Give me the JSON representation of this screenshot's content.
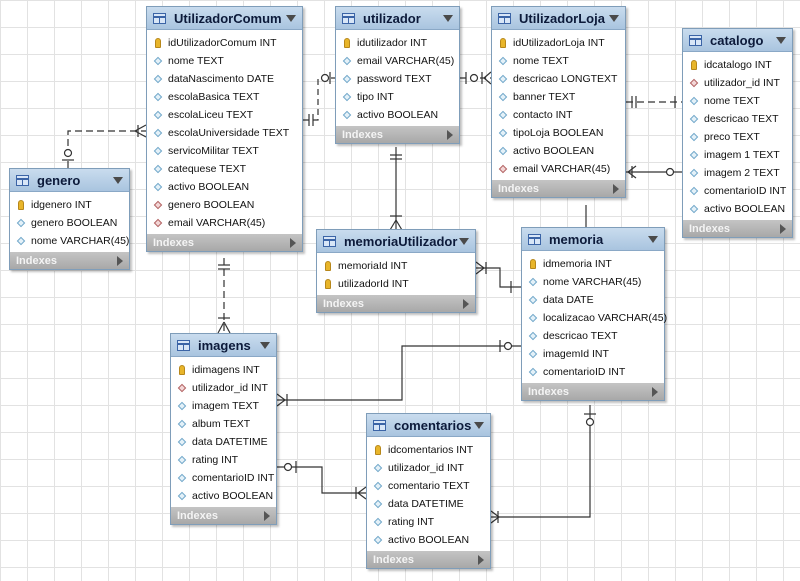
{
  "tables": [
    {
      "id": "utilizador_comum",
      "title": "UtilizadorComum",
      "footer": "Indexes",
      "columns": [
        {
          "text": "idUtilizadorComum INT",
          "icon": "key"
        },
        {
          "text": "nome TEXT",
          "icon": "column"
        },
        {
          "text": "dataNascimento DATE",
          "icon": "column"
        },
        {
          "text": "escolaBasica TEXT",
          "icon": "column"
        },
        {
          "text": "escolaLiceu TEXT",
          "icon": "column"
        },
        {
          "text": "escolaUniversidade TEXT",
          "icon": "column"
        },
        {
          "text": "servicoMilitar TEXT",
          "icon": "column"
        },
        {
          "text": "catequese TEXT",
          "icon": "column"
        },
        {
          "text": "activo BOOLEAN",
          "icon": "column"
        },
        {
          "text": "genero BOOLEAN",
          "icon": "fk"
        },
        {
          "text": "email VARCHAR(45)",
          "icon": "fk"
        }
      ]
    },
    {
      "id": "utilizador",
      "title": "utilizador",
      "footer": "Indexes",
      "columns": [
        {
          "text": "idutilizador INT",
          "icon": "key"
        },
        {
          "text": "email VARCHAR(45)",
          "icon": "column"
        },
        {
          "text": "password TEXT",
          "icon": "column"
        },
        {
          "text": "tipo INT",
          "icon": "column"
        },
        {
          "text": "activo BOOLEAN",
          "icon": "column"
        }
      ]
    },
    {
      "id": "utilizador_loja",
      "title": "UtilizadorLoja",
      "footer": "Indexes",
      "columns": [
        {
          "text": "idUtilizadorLoja INT",
          "icon": "key"
        },
        {
          "text": "nome TEXT",
          "icon": "column"
        },
        {
          "text": "descricao LONGTEXT",
          "icon": "column"
        },
        {
          "text": "banner TEXT",
          "icon": "column"
        },
        {
          "text": "contacto INT",
          "icon": "column"
        },
        {
          "text": "tipoLoja BOOLEAN",
          "icon": "column"
        },
        {
          "text": "activo BOOLEAN",
          "icon": "column"
        },
        {
          "text": "email VARCHAR(45)",
          "icon": "fk"
        }
      ]
    },
    {
      "id": "catalogo",
      "title": "catalogo",
      "footer": "Indexes",
      "columns": [
        {
          "text": "idcatalogo INT",
          "icon": "key"
        },
        {
          "text": "utilizador_id INT",
          "icon": "fk"
        },
        {
          "text": "nome TEXT",
          "icon": "column"
        },
        {
          "text": "descricao TEXT",
          "icon": "column"
        },
        {
          "text": "preco TEXT",
          "icon": "column"
        },
        {
          "text": "imagem 1 TEXT",
          "icon": "column"
        },
        {
          "text": "imagem 2 TEXT",
          "icon": "column"
        },
        {
          "text": "comentarioID INT",
          "icon": "column"
        },
        {
          "text": "activo BOOLEAN",
          "icon": "column"
        }
      ]
    },
    {
      "id": "genero",
      "title": "genero",
      "footer": "Indexes",
      "columns": [
        {
          "text": "idgenero INT",
          "icon": "key"
        },
        {
          "text": "genero BOOLEAN",
          "icon": "column"
        },
        {
          "text": "nome VARCHAR(45)",
          "icon": "column"
        }
      ]
    },
    {
      "id": "memoria_utilizador",
      "title": "memoriaUtilizador",
      "footer": "Indexes",
      "columns": [
        {
          "text": "memoriaId INT",
          "icon": "key"
        },
        {
          "text": "utilizadorId INT",
          "icon": "key"
        }
      ]
    },
    {
      "id": "memoria",
      "title": "memoria",
      "footer": "Indexes",
      "columns": [
        {
          "text": "idmemoria INT",
          "icon": "key"
        },
        {
          "text": "nome VARCHAR(45)",
          "icon": "column"
        },
        {
          "text": "data DATE",
          "icon": "column"
        },
        {
          "text": "localizacao VARCHAR(45)",
          "icon": "column"
        },
        {
          "text": "descricao TEXT",
          "icon": "column"
        },
        {
          "text": "imagemId INT",
          "icon": "column"
        },
        {
          "text": "comentarioID INT",
          "icon": "column"
        }
      ]
    },
    {
      "id": "imagens",
      "title": "imagens",
      "footer": "Indexes",
      "columns": [
        {
          "text": "idimagens INT",
          "icon": "key"
        },
        {
          "text": "utilizador_id INT",
          "icon": "fk"
        },
        {
          "text": "imagem TEXT",
          "icon": "column"
        },
        {
          "text": "album TEXT",
          "icon": "column"
        },
        {
          "text": "data DATETIME",
          "icon": "column"
        },
        {
          "text": "rating INT",
          "icon": "column"
        },
        {
          "text": "comentarioID INT",
          "icon": "column"
        },
        {
          "text": "activo BOOLEAN",
          "icon": "column"
        }
      ]
    },
    {
      "id": "comentarios",
      "title": "comentarios",
      "footer": "Indexes",
      "columns": [
        {
          "text": "idcomentarios INT",
          "icon": "key"
        },
        {
          "text": "utilizador_id INT",
          "icon": "column"
        },
        {
          "text": "comentario TEXT",
          "icon": "column"
        },
        {
          "text": "data DATETIME",
          "icon": "column"
        },
        {
          "text": "rating INT",
          "icon": "column"
        },
        {
          "text": "activo BOOLEAN",
          "icon": "column"
        }
      ]
    }
  ],
  "relationships": [
    {
      "id": "rel-genero-utilizadorcomum",
      "from": "genero",
      "to": "UtilizadorComum",
      "style": "dashed"
    },
    {
      "id": "rel-utilizadorcomum-utilizador",
      "from": "UtilizadorComum",
      "to": "utilizador",
      "style": "dashed"
    },
    {
      "id": "rel-utilizador-utilizadorloja",
      "from": "utilizador",
      "to": "UtilizadorLoja",
      "style": "dashed"
    },
    {
      "id": "rel-utilizadorloja-catalogo",
      "from": "UtilizadorLoja",
      "to": "catalogo",
      "style": "dashed"
    },
    {
      "id": "rel-utilizador-memoriautilizador",
      "from": "utilizador",
      "to": "memoriaUtilizador",
      "style": "solid"
    },
    {
      "id": "rel-memoriautilizador-memoria",
      "from": "memoriaUtilizador",
      "to": "memoria",
      "style": "solid"
    },
    {
      "id": "rel-utilizadorcomum-imagens",
      "from": "UtilizadorComum",
      "to": "imagens",
      "style": "dashed"
    },
    {
      "id": "rel-memoria-imagens",
      "from": "memoria",
      "to": "imagens",
      "style": "solid"
    },
    {
      "id": "rel-imagens-comentarios",
      "from": "imagens",
      "to": "comentarios",
      "style": "solid"
    },
    {
      "id": "rel-memoria-comentarios",
      "from": "memoria",
      "to": "comentarios",
      "style": "solid"
    },
    {
      "id": "rel-catalogo-utilizadorloja",
      "from": "catalogo",
      "to": "UtilizadorLoja",
      "style": "solid"
    },
    {
      "id": "rel-utilizadorloja-memoria",
      "from": "UtilizadorLoja",
      "to": "memoria",
      "style": "solid"
    }
  ]
}
